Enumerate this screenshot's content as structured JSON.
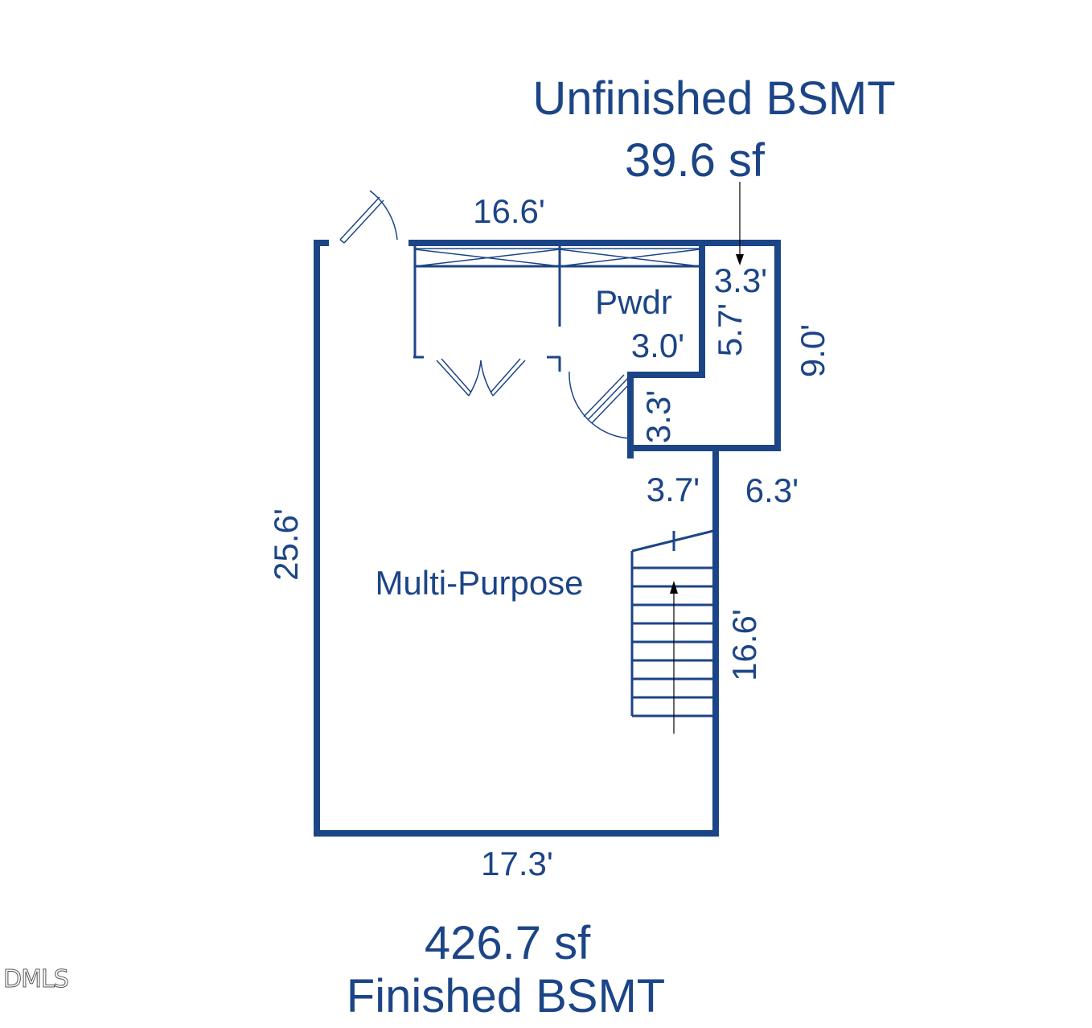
{
  "unfinished": {
    "title": "Unfinished BSMT",
    "area": "39.6 sf"
  },
  "finished": {
    "area": "426.7 sf",
    "title": "Finished BSMT"
  },
  "rooms": {
    "pwdr": "Pwdr",
    "multi": "Multi-Purpose"
  },
  "dims": {
    "top": "16.6'",
    "closet_depth": "3.3'",
    "pwdr_width": "3.0'",
    "pwdr_height": "5.7'",
    "unfinished_height": "9.0'",
    "pwdr_step": "3.3'",
    "stair_width": "3.7'",
    "right_width": "6.3'",
    "left": "25.6'",
    "stair_length": "16.6'",
    "bottom": "17.3'"
  },
  "watermark": "DMLS",
  "colors": {
    "ink": "#1c4587"
  }
}
